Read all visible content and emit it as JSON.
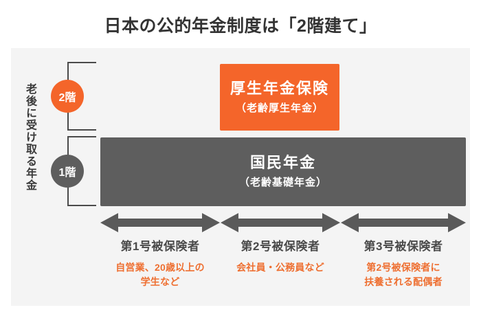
{
  "page": {
    "title": "日本の公的年金制度は「2階建て」",
    "background_color": "#ffffff",
    "panel_color": "#f4f4f4",
    "accent_orange": "#f4652a",
    "accent_gray": "#5e5e5e",
    "text_orange": "#ee6f31",
    "text_gray": "#4a4a4a"
  },
  "left_axis": {
    "vertical_label": "老後に受け取る年金",
    "tiers": [
      {
        "badge": "2階",
        "color": "#f4652a"
      },
      {
        "badge": "1階",
        "color": "#5e5e5e"
      }
    ]
  },
  "tiers": {
    "tier2": {
      "main": "厚生年金保険",
      "sub": "（老齢厚生年金）",
      "color": "#f4652a"
    },
    "tier1": {
      "main": "国民年金",
      "sub": "（老齢基礎年金）",
      "color": "#5e5e5e"
    }
  },
  "categories": [
    {
      "title": "第1号被保険者",
      "desc": "自営業、20歳以上の\n学生など",
      "desc_line1": "自営業、20歳以上の",
      "desc_line2": "学生など",
      "arrow": "double-headed-arrow"
    },
    {
      "title": "第2号被保険者",
      "desc": "会社員・公務員など",
      "desc_line1": "会社員・公務員など",
      "desc_line2": "",
      "arrow": "double-headed-arrow"
    },
    {
      "title": "第3号被保険者",
      "desc": "第2号被保険者に\n扶養される配偶者",
      "desc_line1": "第2号被保険者に",
      "desc_line2": "扶養される配偶者",
      "arrow": "double-headed-arrow"
    }
  ]
}
